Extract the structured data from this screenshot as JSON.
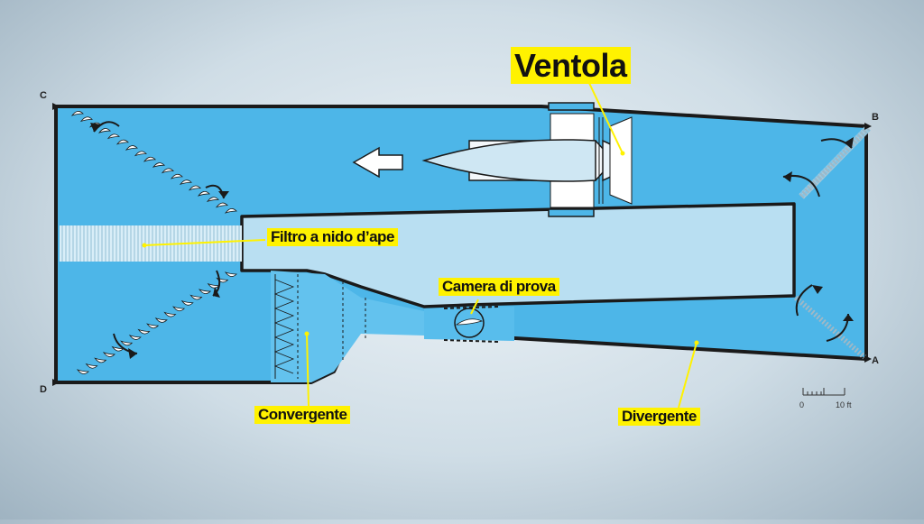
{
  "labels": {
    "fan": "Ventola",
    "honeycomb": "Filtro a nido d’ape",
    "test_section": "Camera di prova",
    "contraction": "Convergente",
    "diffuser": "Divergente"
  },
  "corners": {
    "a": "A",
    "b": "B",
    "c": "C",
    "d": "D"
  },
  "scale": {
    "start": "0",
    "end": "10 ft"
  },
  "colors": {
    "water": "#4db6e8",
    "wall": "#1a1a1a",
    "highlight": "#fff200"
  },
  "icons": [
    "flow-direction-arrow-icon",
    "turning-vane-icon",
    "airfoil-model-icon"
  ]
}
